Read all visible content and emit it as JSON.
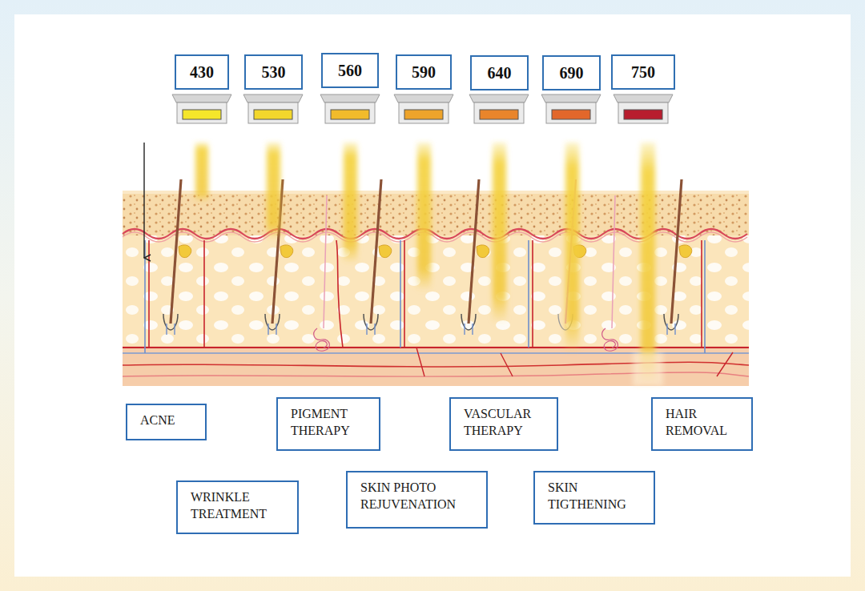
{
  "diagram": {
    "nodes": [
      {
        "text": [
          "430"
        ]
      },
      {
        "text": [
          "530"
        ]
      },
      {
        "text": [
          "560"
        ]
      },
      {
        "text": [
          "590"
        ]
      },
      {
        "text": [
          "640"
        ]
      },
      {
        "text": [
          "690"
        ]
      },
      {
        "text": [
          "750"
        ]
      },
      {
        "text": [
          "ACNE"
        ]
      },
      {
        "text": [
          "PIGMENT THERAPY"
        ]
      },
      {
        "text": [
          "VASCULAR THERAPY"
        ]
      },
      {
        "text": [
          "HAIR REMOVAL"
        ]
      },
      {
        "text": [
          "WRINKLE TREATMENT"
        ]
      },
      {
        "text": [
          "SKIN PHOTO REJUVENATION"
        ]
      },
      {
        "text": [
          "SKIN TIGTHENING"
        ]
      }
    ]
  }
}
